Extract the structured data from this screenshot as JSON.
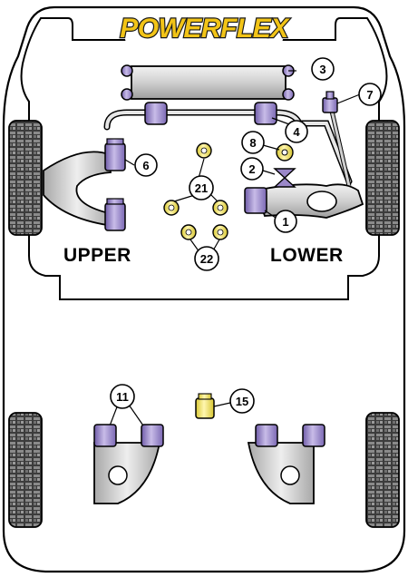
{
  "brand": {
    "logo_text": "POWERFLEX"
  },
  "labels": {
    "upper": "UPPER",
    "lower": "LOWER"
  },
  "callouts": {
    "c1": "1",
    "c2": "2",
    "c3": "3",
    "c4": "4",
    "c6": "6",
    "c7": "7",
    "c8": "8",
    "c11": "11",
    "c15": "15",
    "c21": "21",
    "c22": "22"
  },
  "colors": {
    "logo_fill": "#f2c417",
    "logo_outline": "#1a1a1a",
    "bush_purple": "#9b88c9",
    "bush_purple_dark": "#5b4a8c",
    "bush_yellow": "#f3e87a",
    "metal_light": "#d9d9d9",
    "metal_dark": "#9a9a9a",
    "tyre": "#5a5a5a"
  },
  "icons": {
    "tyre_front_left": "tyre-icon",
    "tyre_front_right": "tyre-icon",
    "tyre_rear_left": "tyre-icon",
    "tyre_rear_right": "tyre-icon"
  }
}
